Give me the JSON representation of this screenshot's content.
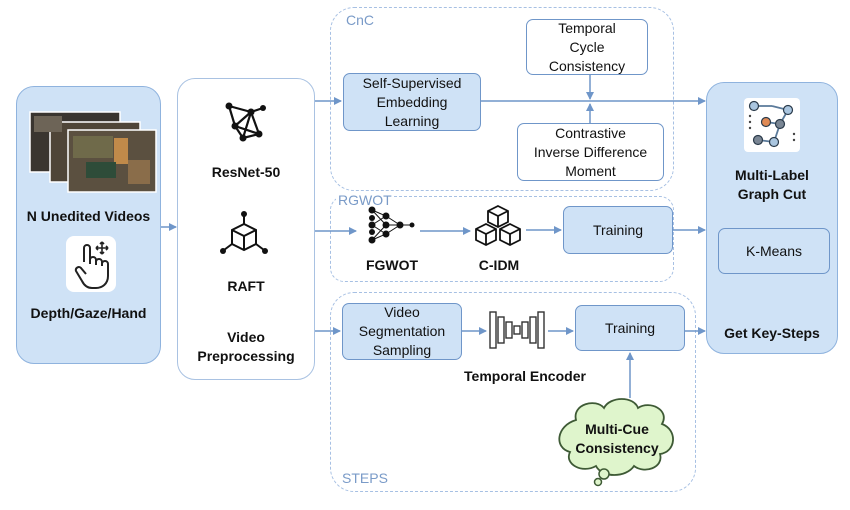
{
  "input": {
    "videos_label": "N Unedited Videos",
    "modalities_label": "Depth/Gaze/Hand"
  },
  "preprocessing": {
    "resnet_label": "ResNet-50",
    "raft_label": "RAFT",
    "title": "Video\nPreprocessing"
  },
  "cnc": {
    "section_label": "CnC",
    "ssl_box": "Self-Supervised\nEmbedding\nLearning",
    "tcc_box": "Temporal\nCycle\nConsistency",
    "cidm_box": "Contrastive\nInverse Difference\nMoment"
  },
  "rgwot": {
    "section_label": "RGWOT",
    "fgwot_label": "FGWOT",
    "cidm_label": "C-IDM",
    "training_box": "Training"
  },
  "steps": {
    "section_label": "STEPS",
    "vss_box": "Video\nSegmentation\nSampling",
    "encoder_label": "Temporal Encoder",
    "training_box": "Training",
    "cloud_label": "Multi-Cue\nConsistency"
  },
  "output": {
    "graph_cut_label": "Multi-Label\nGraph Cut",
    "kmeans_box": "K-Means",
    "keysteps_label": "Get Key-Steps"
  },
  "colors": {
    "panel_fill": "#cfe2f6",
    "box_border": "#6f96c9",
    "arrow": "#6f96c9",
    "dash": "#a7c0e3",
    "cloud_fill": "#dff5cc",
    "cloud_border": "#4a6b3f"
  },
  "icons": [
    "video-frames-icon",
    "hand-touch-icon",
    "network-graph-icon",
    "cube-network-icon",
    "neural-net-icon",
    "stacked-cubes-icon",
    "encoder-funnel-icon",
    "graph-nodes-icon"
  ]
}
